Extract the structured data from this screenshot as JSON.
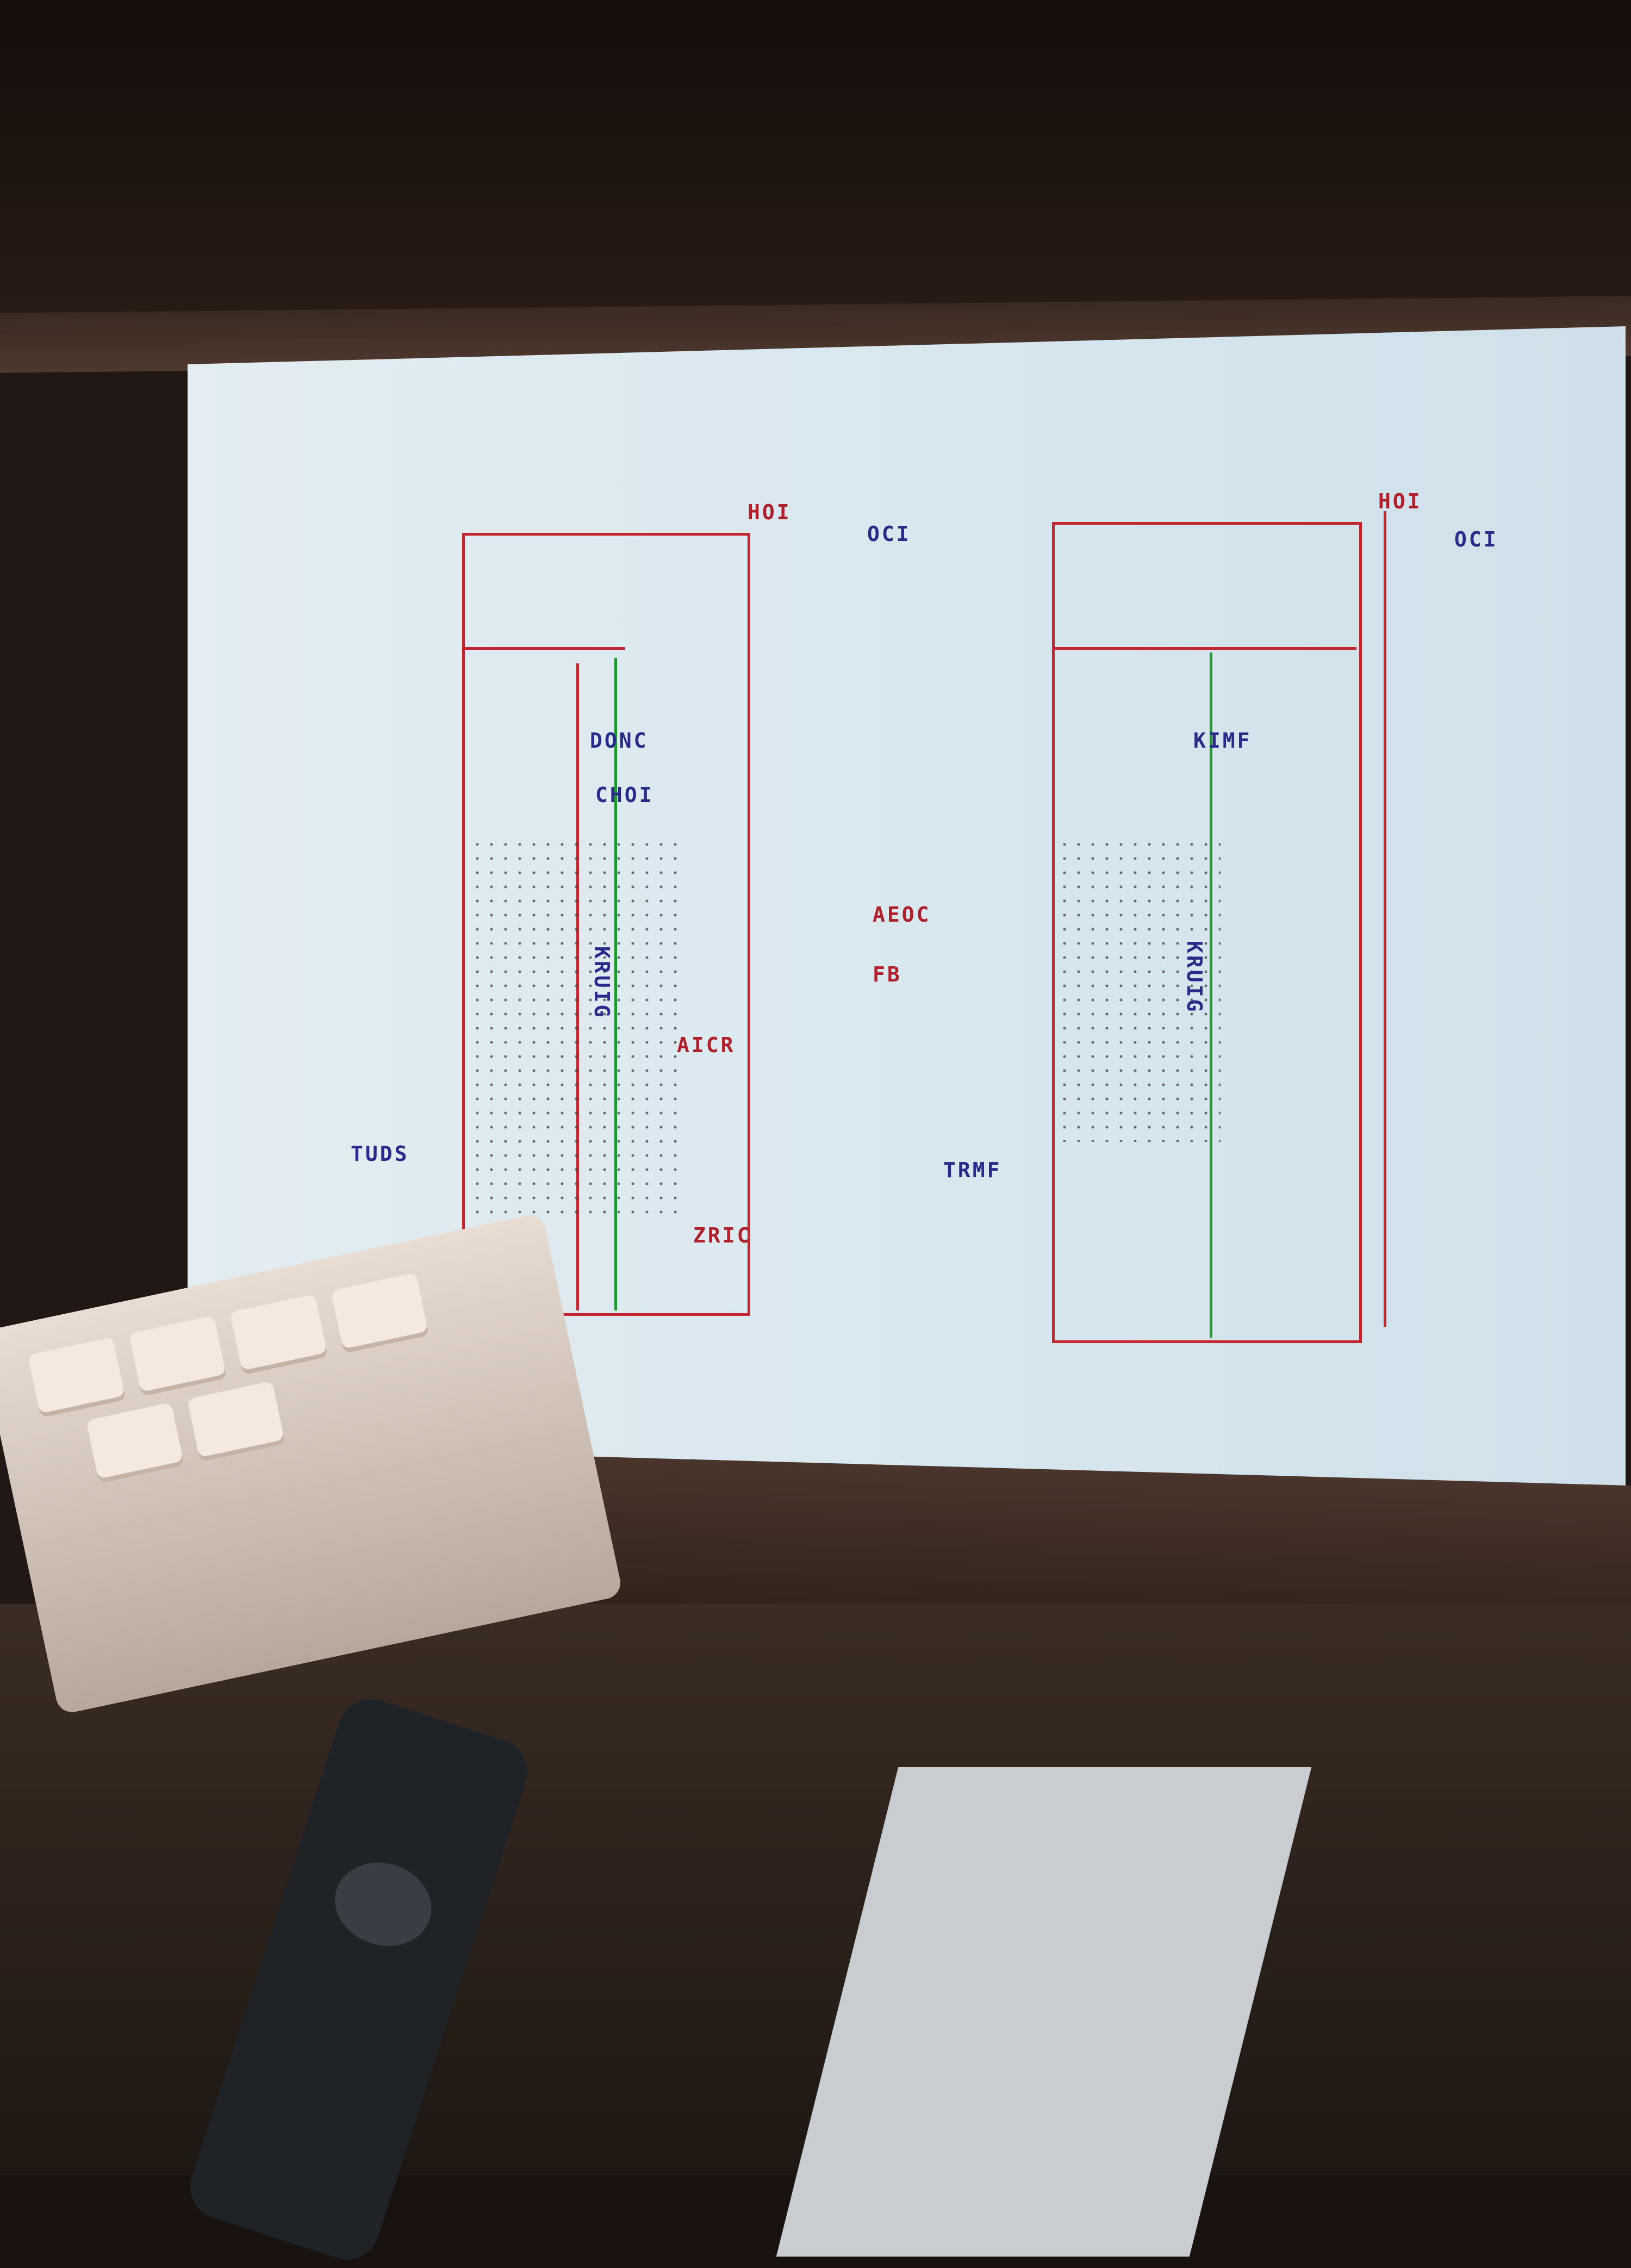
{
  "screen": {
    "left_diagram": {
      "header_labels": [
        "HOI",
        "OCI"
      ],
      "labels": [
        "DONC",
        "CHOI",
        "KRUIG",
        "AICR",
        "TUDS",
        "ZRIC"
      ]
    },
    "right_diagram": {
      "header_labels": [
        "HOI",
        "OCI"
      ],
      "labels": [
        "KIMF",
        "AEOC",
        "KRUIG",
        "FB",
        "TRMF"
      ]
    }
  },
  "colors": {
    "line_red": "#c4262e",
    "line_green": "#1c9a2a",
    "screen_bg": "#dbe8ef"
  }
}
